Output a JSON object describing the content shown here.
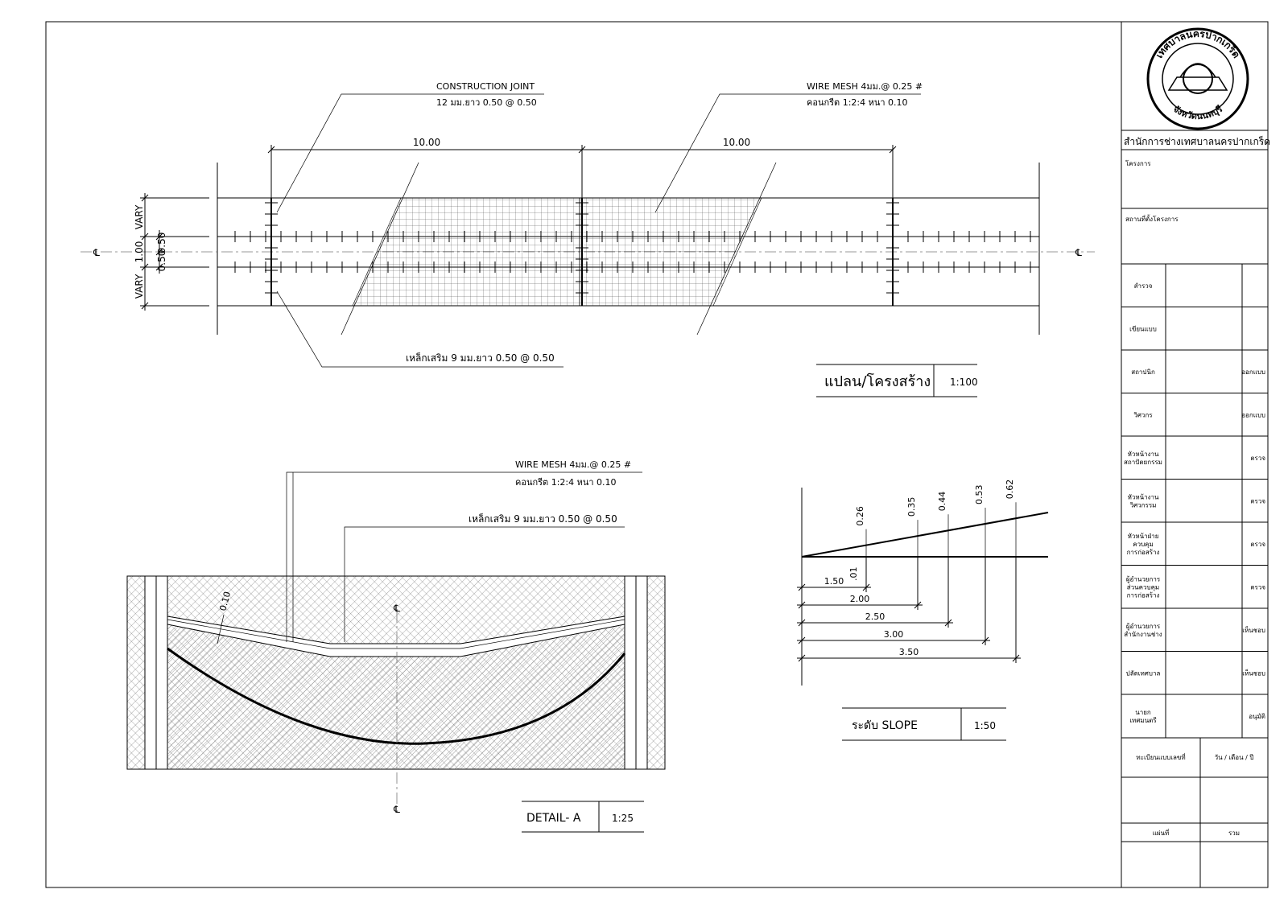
{
  "plan": {
    "construction_joint": {
      "line1": "CONSTRUCTION JOINT",
      "line2": "12 มม.ยาว 0.50 @ 0.50"
    },
    "wire_mesh": {
      "line1": "WIRE MESH 4มม.@ 0.25 #",
      "line2": "คอนกรีต 1:2:4 หนา 0.10"
    },
    "dowel": "เหล็กเสริม 9 มม.ยาว 0.50 @ 0.50",
    "dim_left": "10.00",
    "dim_right": "10.00",
    "vary_top": "VARY",
    "vary_bottom": "VARY",
    "dim_100": "1.00",
    "dim_050a": "0.50",
    "dim_050b": "0.50",
    "cl_symbol": "℄",
    "title": "แปลน/โครงสร้าง",
    "scale": "1:100"
  },
  "detail": {
    "wire_mesh": "WIRE MESH 4มม.@ 0.25 #",
    "concrete": "คอนกรีต 1:2:4 หนา 0.10",
    "dowel": "เหล็กเสริม 9 มม.ยาว 0.50 @ 0.50",
    "thickness": "0.10",
    "cl_symbol": "℄",
    "title": "DETAIL- A",
    "scale": "1:25"
  },
  "slope": {
    "rises": [
      "0.26",
      "0.35",
      "0.44",
      "0.53",
      "0.62"
    ],
    "small": ".01",
    "runs": [
      "1.50",
      "2.00",
      "2.50",
      "3.00",
      "3.50"
    ],
    "title": "ระดับ SLOPE",
    "scale": "1:50"
  },
  "titleblock": {
    "seal_top": "เทศบาลนครปากเกร็ด",
    "seal_bottom": "จังหวัดนนทบุรี",
    "office": "สำนักการช่างเทศบาลนครปากเกร็ด",
    "project": "โครงการ",
    "location": "สถานที่ตั้งโครงการ",
    "rows": [
      {
        "role": "สำรวจ",
        "action": ""
      },
      {
        "role": "เขียนแบบ",
        "action": ""
      },
      {
        "role": "สถาปนิก",
        "action": "ออกแบบ"
      },
      {
        "role": "วิศวกร",
        "action": "ออกแบบ"
      },
      {
        "role": "หัวหน้างาน สถาปัตยกรรม",
        "action": "ตรวจ"
      },
      {
        "role": "หัวหน้างาน วิศวกรรม",
        "action": "ตรวจ"
      },
      {
        "role": "หัวหน้าฝ่าย ควบคุม การก่อสร้าง",
        "action": "ตรวจ"
      },
      {
        "role": "ผู้อำนวยการ ส่วนควบคุม การก่อสร้าง",
        "action": "ตรวจ"
      },
      {
        "role": "ผู้อำนวยการ สำนักงานช่าง",
        "action": "เห็นชอบ"
      },
      {
        "role": "ปลัดเทศบาล",
        "action": "เห็นชอบ"
      },
      {
        "role": "นายก เทศมนตรี",
        "action": "อนุมัติ"
      }
    ],
    "register_no": "ทะเบียนแบบเลขที่",
    "date": "วัน / เดือน / ปี",
    "sheet": "แผ่นที่",
    "total": "รวม"
  }
}
